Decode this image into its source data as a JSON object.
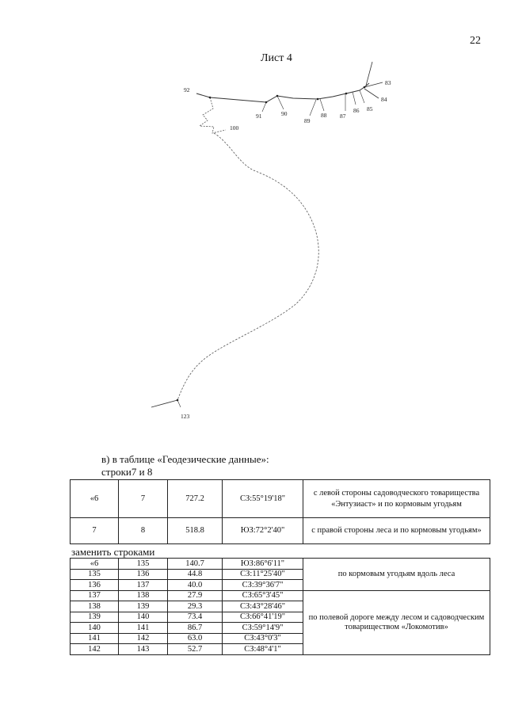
{
  "page_number": "22",
  "sheet_title": "Лист 4",
  "map_points": [
    {
      "label": "92"
    },
    {
      "label": "91"
    },
    {
      "label": "90"
    },
    {
      "label": "89"
    },
    {
      "label": "88"
    },
    {
      "label": "87"
    },
    {
      "label": "86"
    },
    {
      "label": "85"
    },
    {
      "label": "84"
    },
    {
      "label": "83"
    },
    {
      "label": "100"
    },
    {
      "label": "123"
    }
  ],
  "intro": {
    "line1": "в) в таблице «Геодезические данные»:",
    "line2": "строки7 и 8"
  },
  "old_rows": [
    {
      "from": "«6",
      "to": "7",
      "length": "727.2",
      "bearing": "СЗ:55°19'18\"",
      "description": "с левой стороны садоводческого товарищества «Энтузиаст» и по кормовым угодьям"
    },
    {
      "from": "7",
      "to": "8",
      "length": "518.8",
      "bearing": "ЮЗ:72°2'40\"",
      "description": "с правой стороны леса и по кормовым угодьям»"
    }
  ],
  "replace_label": "заменить строками",
  "new_rows": [
    {
      "from": "«6",
      "to": "135",
      "length": "140.7",
      "bearing": "ЮЗ:86°6'11\""
    },
    {
      "from": "135",
      "to": "136",
      "length": "44.8",
      "bearing": "СЗ:11°25'40\""
    },
    {
      "from": "136",
      "to": "137",
      "length": "40.0",
      "bearing": "СЗ:39°36'7\""
    },
    {
      "from": "137",
      "to": "138",
      "length": "27.9",
      "bearing": "СЗ:65°3'45\""
    },
    {
      "from": "138",
      "to": "139",
      "length": "29.3",
      "bearing": "СЗ:43°28'46\""
    },
    {
      "from": "139",
      "to": "140",
      "length": "73.4",
      "bearing": "СЗ:66°41'19\""
    },
    {
      "from": "140",
      "to": "141",
      "length": "86.7",
      "bearing": "СЗ:59°14'9\""
    },
    {
      "from": "141",
      "to": "142",
      "length": "63.0",
      "bearing": "СЗ:43°0'3\""
    },
    {
      "from": "142",
      "to": "143",
      "length": "52.7",
      "bearing": "СЗ:48°4'1\""
    }
  ],
  "new_descriptions": [
    "по кормовым угодьям вдоль леса",
    "по полевой дороге между лесом и садоводческим товариществом «Локомотив»"
  ]
}
